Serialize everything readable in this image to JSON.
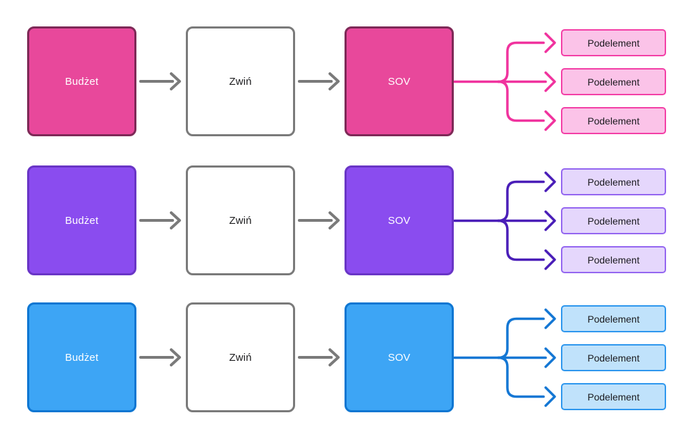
{
  "diagram": {
    "background": "#ffffff",
    "arrow_color": "#7a7a7a",
    "white_box_border": "#7a7a7a",
    "text_on_color": "#ffffff",
    "text_dark": "#1b1b1f",
    "rows": [
      {
        "id": "pink",
        "budget_label": "Budżet",
        "collapse_label": "Zwiń",
        "sov_label": "SOV",
        "subelements": {
          "0": "Podelement",
          "1": "Podelement",
          "2": "Podelement"
        },
        "colors": {
          "box_fill": "#e8489b",
          "box_border": "#7e2957",
          "connector": "#f0339e",
          "sub_fill": "#fbc3e8",
          "sub_border": "#f33fa6"
        }
      },
      {
        "id": "purple",
        "budget_label": "Budżet",
        "collapse_label": "Zwiń",
        "sov_label": "SOV",
        "subelements": {
          "0": "Podelement",
          "1": "Podelement",
          "2": "Podelement"
        },
        "colors": {
          "box_fill": "#8a4cef",
          "box_border": "#6935c6",
          "connector": "#4a1eb8",
          "sub_fill": "#e5d7fc",
          "sub_border": "#9466f0"
        }
      },
      {
        "id": "blue",
        "budget_label": "Budżet",
        "collapse_label": "Zwiń",
        "sov_label": "SOV",
        "subelements": {
          "0": "Podelement",
          "1": "Podelement",
          "2": "Podelement"
        },
        "colors": {
          "box_fill": "#3da5f5",
          "box_border": "#0e76d2",
          "connector": "#1477d4",
          "sub_fill": "#c0e2fb",
          "sub_border": "#2e97ee"
        }
      }
    ]
  }
}
